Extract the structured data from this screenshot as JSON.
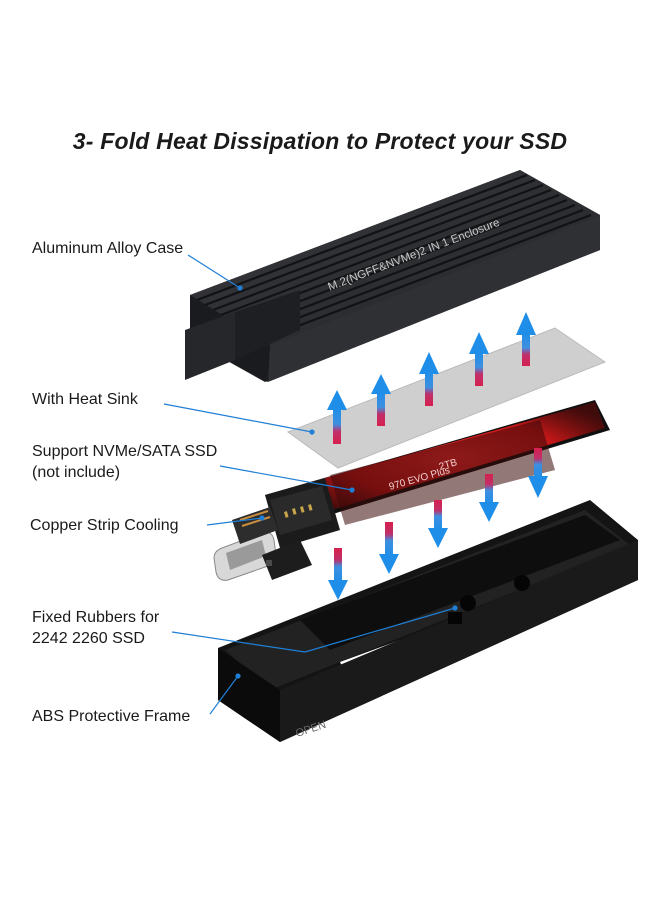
{
  "title": "3- Fold Heat Dissipation to Protect your SSD",
  "colors": {
    "leader_line": "#1f7fd6",
    "arrow_up": "#1f8ee8",
    "arrow_warm": "#d6204f",
    "heat_glow": "#ff2a2a",
    "case": "#2b2c2f",
    "frame": "#121212",
    "heatsink": "#cfcfcf"
  },
  "labels": {
    "case": "Aluminum Alloy Case",
    "heatsink": "With Heat Sink",
    "ssd_line1": "Support NVMe/SATA SSD",
    "ssd_line2": "(not include)",
    "copper": "Copper Strip Cooling",
    "rubbers_line1": "Fixed Rubbers for",
    "rubbers_line2": "2242 2260 SSD",
    "frame": "ABS Protective Frame"
  },
  "product_text": {
    "case_engraving": "M.2(NGFF&NVMe)2 IN 1 Enclosure",
    "ssd_capacity": "2TB",
    "ssd_model": "970 EVO Plus",
    "frame_marking": "OPEN"
  }
}
